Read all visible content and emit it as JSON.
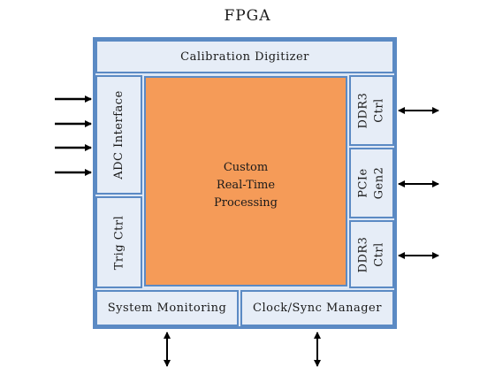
{
  "title": "FPGA",
  "blocks": {
    "calibration": "Calibration Digitizer",
    "adc": "ADC Interface",
    "trig": "Trig Ctrl",
    "core": [
      "Custom",
      "Real-Time",
      "Processing"
    ],
    "ddr3_top": [
      "DDR3",
      "Ctrl"
    ],
    "pcie": [
      "PCIe",
      "Gen2"
    ],
    "ddr3_bottom": [
      "DDR3",
      "Ctrl"
    ],
    "system_monitoring": "System Monitoring",
    "clock_sync": "Clock/Sync Manager"
  },
  "colors": {
    "border": "#5b8ac4",
    "block_fill": "#e6edf7",
    "core_fill": "#f59b58",
    "arrow": "#000000"
  }
}
